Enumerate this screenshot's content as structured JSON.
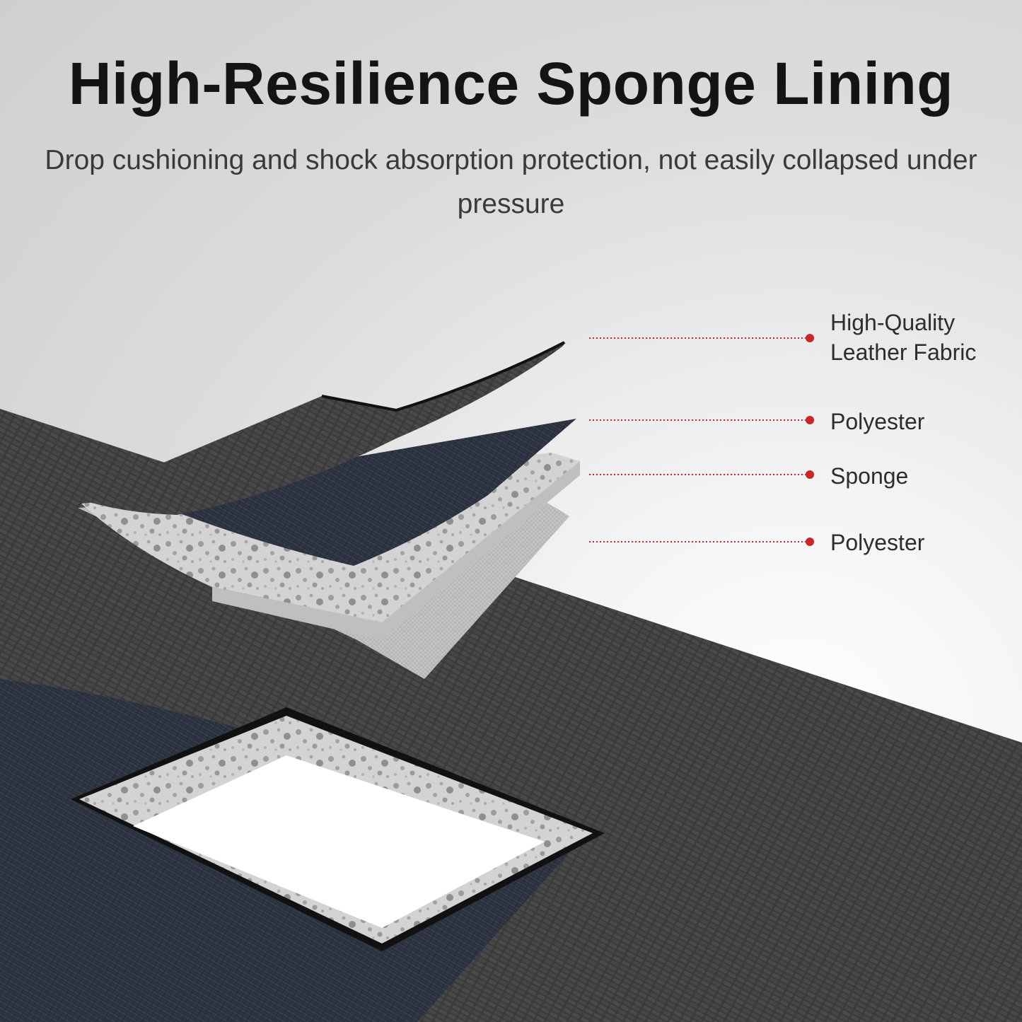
{
  "header": {
    "title": "High-Resilience Sponge Lining",
    "subtitle": "Drop cushioning and shock absorption protection, not easily collapsed under pressure"
  },
  "callouts": [
    {
      "label": "High-Quality\nLeather Fabric"
    },
    {
      "label": "Polyester"
    },
    {
      "label": "Sponge"
    },
    {
      "label": "Polyester"
    }
  ],
  "colors": {
    "leader_line": "#c8262b",
    "fabric_dark": "#3d3d3d",
    "fabric_navy": "#2d3442",
    "sponge": "#c9c9c9",
    "polyester_light": "#bcbcbc"
  }
}
